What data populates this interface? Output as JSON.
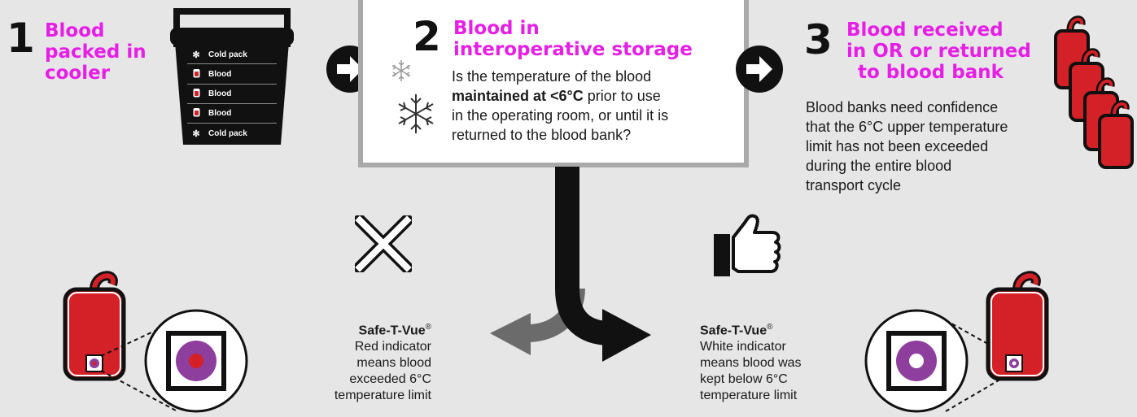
{
  "step1": {
    "number": "1",
    "title": "Blood packed in cooler"
  },
  "cooler": {
    "rows": [
      "Cold pack",
      "Blood",
      "Blood",
      "Blood",
      "Cold pack"
    ]
  },
  "step2": {
    "number": "2",
    "title_line1": "Blood in",
    "title_line2": "interoperative storage",
    "text_pre": "Is the temperature of the blood",
    "text_bold": "maintained at <6°C",
    "text_post1": " prior to use",
    "text_post2": "in the operating room, or until it is",
    "text_post3": "returned to the blood bank?"
  },
  "step3": {
    "number": "3",
    "title_line1": "Blood received",
    "title_line2": "in OR or returned",
    "title_line3": "to blood bank",
    "text": [
      "Blood banks need confidence",
      "that the 6°C upper temperature",
      "limit has not been exceeded",
      "during the entire blood",
      "transport cycle"
    ]
  },
  "fail": {
    "brand": "Safe-T-Vue",
    "reg": "®",
    "lines": [
      "Red indicator",
      "means blood",
      "exceeded 6°C",
      "temperature limit"
    ]
  },
  "pass": {
    "brand": "Safe-T-Vue",
    "reg": "®",
    "lines": [
      "White indicator",
      "means blood was",
      "kept below 6°C",
      "temperature limit"
    ]
  },
  "colors": {
    "magenta": "#e61ee6",
    "blood_red": "#d42027",
    "purple": "#8e3f9e",
    "bg": "#e6e6e6",
    "gray_arrow": "#6b6b6b"
  },
  "icons": [
    "cooler-icon",
    "snowflake-icon",
    "arrow-right-icon",
    "blood-bag-icon",
    "x-mark-icon",
    "thumbs-up-icon",
    "magnifier-circle-icon",
    "split-arrow-icon"
  ]
}
